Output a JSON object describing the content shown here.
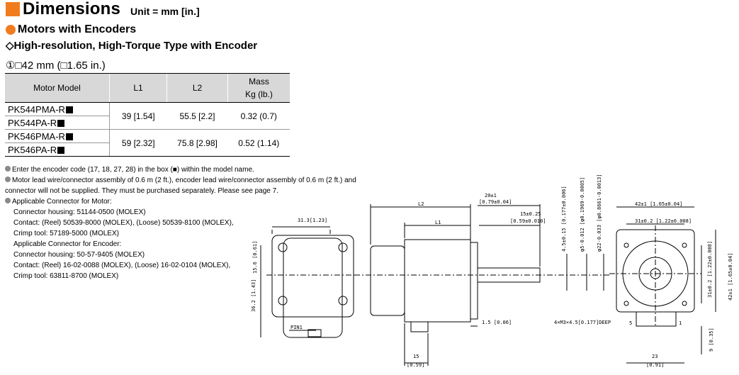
{
  "header": {
    "title": "Dimensions",
    "unit": "Unit = mm [in.]"
  },
  "section": {
    "title": "Motors with Encoders",
    "subtitle": "◇High-resolution, High-Torque Type with Encoder",
    "size": "①□42 mm (□1.65 in.)"
  },
  "table": {
    "columns": [
      "Motor Model",
      "L1",
      "L2",
      "Mass"
    ],
    "mass_unit": "Kg (lb.)",
    "groups": [
      {
        "models": [
          "PK544PMA-R",
          "PK544PA-R"
        ],
        "l1": "39 [1.54]",
        "l2": "55.5 [2.2]",
        "mass": "0.32 (0.7)"
      },
      {
        "models": [
          "PK546PMA-R",
          "PK546PA-R"
        ],
        "l1": "59 [2.32]",
        "l2": "75.8 [2.98]",
        "mass": "0.52 (1.14)"
      }
    ]
  },
  "notes": {
    "n1": "Enter the encoder code (17, 18, 27, 28) in the box (■) within the model name.",
    "n2a": "Motor lead wire/connector assembly of 0.6 m (2 ft.), encoder lead wire/connector assembly of 0.6 m (2 ft.) and",
    "n2b": "connector will not be supplied. They must be purchased separately. Please see page 7.",
    "n3": "Applicable Connector for Motor:",
    "n3a": "Connector housing: 51144-0500 (MOLEX)",
    "n3b": "Contact: (Reel) 50539-8000 (MOLEX), (Loose) 50539-8100 (MOLEX),",
    "n3c": "Crimp tool: 57189-5000 (MOLEX)",
    "n4": "Applicable Connector for Encoder:",
    "n4a": "Connector housing: 50-57-9405 (MOLEX)",
    "n4b": "Contact: (Reel) 16-02-0088 (MOLEX), (Loose) 16-02-0104 (MOLEX),",
    "n4c": "Crimp tool: 63811-8700 (MOLEX)"
  },
  "drawing": {
    "back_width": "31.3[1.23]",
    "back_h1": "15.6 [0.61]",
    "back_h2": "36.2 [1.43]",
    "pin1": "PIN1",
    "L2": "L2",
    "L1": "L1",
    "dim20": "20±1",
    "dim20in": "[0.79±0.04]",
    "dim15": "15±0.25",
    "dim15in": "[0.59±0.010]",
    "dim45": "4.5±0.15 [0.177±0.006]",
    "dim5": "φ5-0.012 [φ0.1969-0.0005]",
    "dim22": "φ22-0.033 [φ0.8661-0.0013]",
    "dim1_5": "1.5 [0.06]",
    "dim15b": "15",
    "dim15bin": "[0.59]",
    "front_w": "42±1 [1.65±0.04]",
    "front_31": "31±0.2 [1.22±0.008]",
    "front_31v": "31±0.2 [1.22±0.008]",
    "front_42v": "42±1 [1.65±0.04]",
    "holes": "4×M3×4.5[0.177]DEEP",
    "pin5": "5",
    "pin1b": "1",
    "dim9": "9 [0.35]",
    "dim23": "23",
    "dim23in": "[0.91]"
  }
}
